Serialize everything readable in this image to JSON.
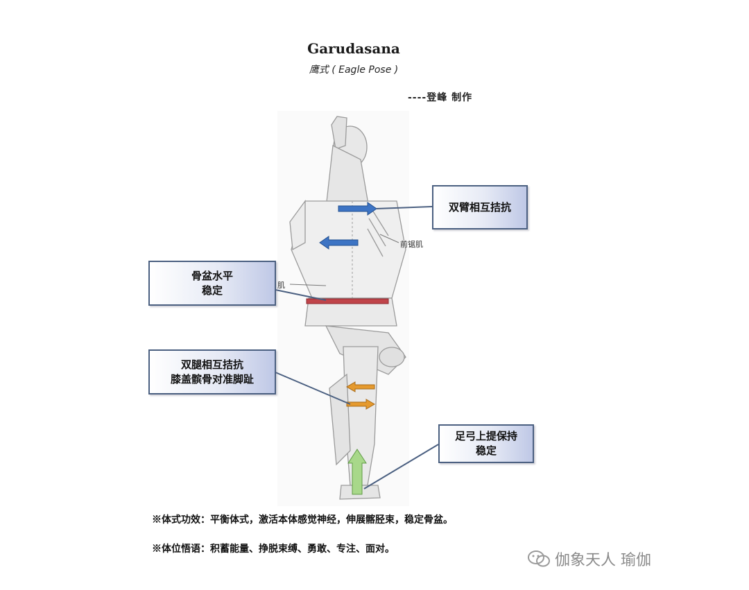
{
  "title": "Garudasana",
  "subtitle": "鹰式 ( Eagle Pose )",
  "credit": "----登峰 制作",
  "labels": {
    "arms": "双臂相互拮抗",
    "pelvis": "骨盆水平\n稳定",
    "legs": "双腿相互拮抗\n膝盖髌骨对准脚趾",
    "arch": "足弓上提保持\n稳定"
  },
  "muscle_labels": {
    "serratus": "前锯肌",
    "partial": "肌"
  },
  "notes": {
    "benefits": "※体式功效：平衡体式，激活本体感觉神经，伸展髂胫束，稳定骨盆。",
    "insight": "※体位悟语：积蓄能量、挣脱束缚、勇敢、专注、面对。"
  },
  "watermark": "伽象天人 瑜伽",
  "colors": {
    "box_border": "#4a5f80",
    "arrow_blue": "#3d74c4",
    "bar_red": "#c0444a",
    "arrow_orange": "#e59a2e",
    "arrow_green": "#a8d88a"
  }
}
